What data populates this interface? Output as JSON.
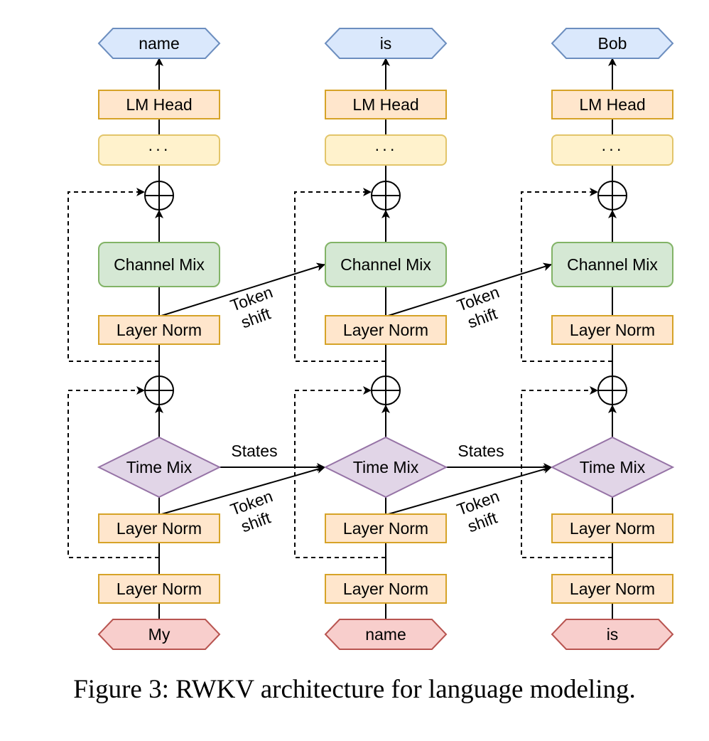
{
  "columns": [
    {
      "output_token": "name",
      "lm_head": "LM Head",
      "ellipsis": "···",
      "channel_mix": "Channel Mix",
      "ln_channel": "Layer Norm",
      "time_mix": "Time Mix",
      "ln_time": "Layer Norm",
      "ln_input": "Layer Norm",
      "input_token": "My"
    },
    {
      "output_token": "is",
      "lm_head": "LM Head",
      "ellipsis": "···",
      "channel_mix": "Channel Mix",
      "ln_channel": "Layer Norm",
      "time_mix": "Time Mix",
      "ln_time": "Layer Norm",
      "ln_input": "Layer Norm",
      "input_token": "name"
    },
    {
      "output_token": "Bob",
      "lm_head": "LM Head",
      "ellipsis": "···",
      "channel_mix": "Channel Mix",
      "ln_channel": "Layer Norm",
      "time_mix": "Time Mix",
      "ln_time": "Layer Norm",
      "ln_input": "Layer Norm",
      "input_token": "is"
    }
  ],
  "edge_labels": {
    "token_shift_line1": "Token",
    "token_shift_line2": "shift",
    "states": "States"
  },
  "colors": {
    "output_fill": "#dae8fc",
    "output_stroke": "#6c8ebf",
    "orange_fill": "#ffe6cc",
    "orange_stroke": "#d6a328",
    "ellipsis_fill": "#fff2cc",
    "ellipsis_stroke": "#e2c56a",
    "green_fill": "#d5e8d4",
    "green_stroke": "#82b366",
    "purple_fill": "#e1d5e7",
    "purple_stroke": "#9673a6",
    "input_fill": "#f8cecc",
    "input_stroke": "#b85450"
  },
  "caption": "Figure 3: RWKV architecture for language modeling."
}
